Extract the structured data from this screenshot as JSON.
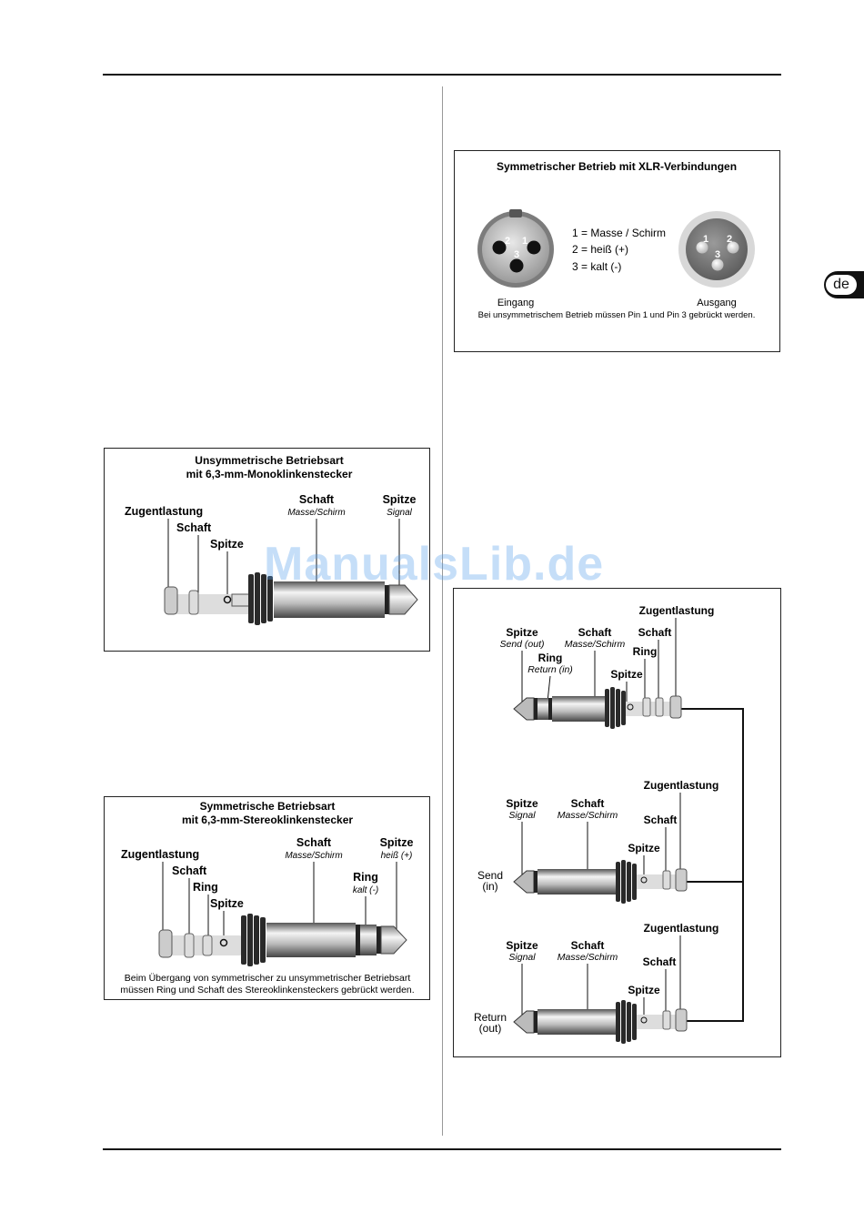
{
  "lang_tab": "de",
  "watermark": "ManualsLib.de",
  "xlr": {
    "title": "Symmetrischer Betrieb mit XLR-Verbindungen",
    "legend": [
      "1 = Masse / Schirm",
      "2 = heiß  (+)",
      "3 = kalt (-)"
    ],
    "input_label": "Eingang",
    "output_label": "Ausgang",
    "pins_in": [
      "2",
      "1",
      "3"
    ],
    "pins_out": [
      "1",
      "2",
      "3"
    ],
    "note": "Bei unsymmetrischem Betrieb müssen Pin 1 und Pin 3 gebrückt werden."
  },
  "mono": {
    "title1": "Unsymmetrische Betriebsart",
    "title2": "mit 6,3-mm-Monoklinkenstecker",
    "zugentlastung": "Zugentlastung",
    "schaft": "Schaft",
    "spitze": "Spitze",
    "schaft_r": "Schaft",
    "schaft_r_sub": "Masse/Schirm",
    "spitze_r": "Spitze",
    "spitze_r_sub": "Signal"
  },
  "stereo": {
    "title1": "Symmetrische Betriebsart",
    "title2": "mit 6,3-mm-Stereoklinkenstecker",
    "zugentlastung": "Zugentlastung",
    "schaft": "Schaft",
    "ring": "Ring",
    "spitze": "Spitze",
    "schaft_r": "Schaft",
    "schaft_r_sub": "Masse/Schirm",
    "ring_r": "Ring",
    "ring_r_sub": "kalt (-)",
    "spitze_r": "Spitze",
    "spitze_r_sub": "heiß (+)",
    "note1": "Beim Übergang von symmetrischer zu unsymmetrischer Betriebsart",
    "note2": "müssen Ring und Schaft des Stereoklinkensteckers gebrückt werden."
  },
  "insert": {
    "top": {
      "zugentlastung": "Zugentlastung",
      "spitze": "Spitze",
      "spitze_sub": "Send (out)",
      "schaft": "Schaft",
      "schaft_sub": "Masse/Schirm",
      "schaft2": "Schaft",
      "ring": "Ring",
      "ring_sub": "Return (in)",
      "ring2": "Ring",
      "spitze2": "Spitze"
    },
    "mid": {
      "zugentlastung": "Zugentlastung",
      "spitze": "Spitze",
      "spitze_sub": "Signal",
      "schaft": "Schaft",
      "schaft_sub": "Masse/Schirm",
      "schaft2": "Schaft",
      "spitze2": "Spitze",
      "side1": "Send",
      "side2": "(in)"
    },
    "bot": {
      "zugentlastung": "Zugentlastung",
      "spitze": "Spitze",
      "spitze_sub": "Signal",
      "schaft": "Schaft",
      "schaft_sub": "Masse/Schirm",
      "schaft2": "Schaft",
      "spitze2": "Spitze",
      "side1": "Return",
      "side2": "(out)"
    }
  }
}
